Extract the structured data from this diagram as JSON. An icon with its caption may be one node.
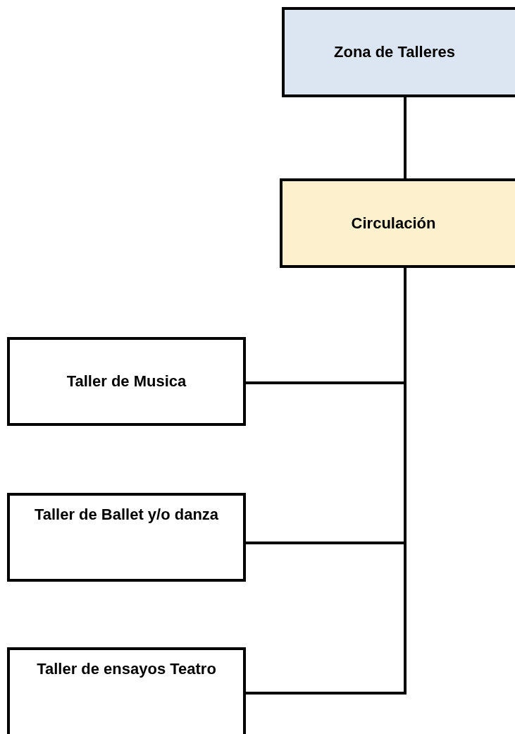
{
  "diagram": {
    "nodes": [
      {
        "text": [
          "Zona de Talleres"
        ]
      },
      {
        "text": [
          "Circulación"
        ]
      },
      {
        "text": [
          "Taller de Musica"
        ]
      },
      {
        "text": [
          "Taller de Ballet y/o danza"
        ]
      },
      {
        "text": [
          "Taller de ensayos Teatro"
        ]
      }
    ],
    "edges": [
      {
        "from": 0,
        "to": 1,
        "arrow": "none"
      },
      {
        "from": 1,
        "to": 2,
        "arrow": "none"
      },
      {
        "from": 1,
        "to": 3,
        "arrow": "none"
      },
      {
        "from": 1,
        "to": 4,
        "arrow": "none"
      }
    ]
  }
}
